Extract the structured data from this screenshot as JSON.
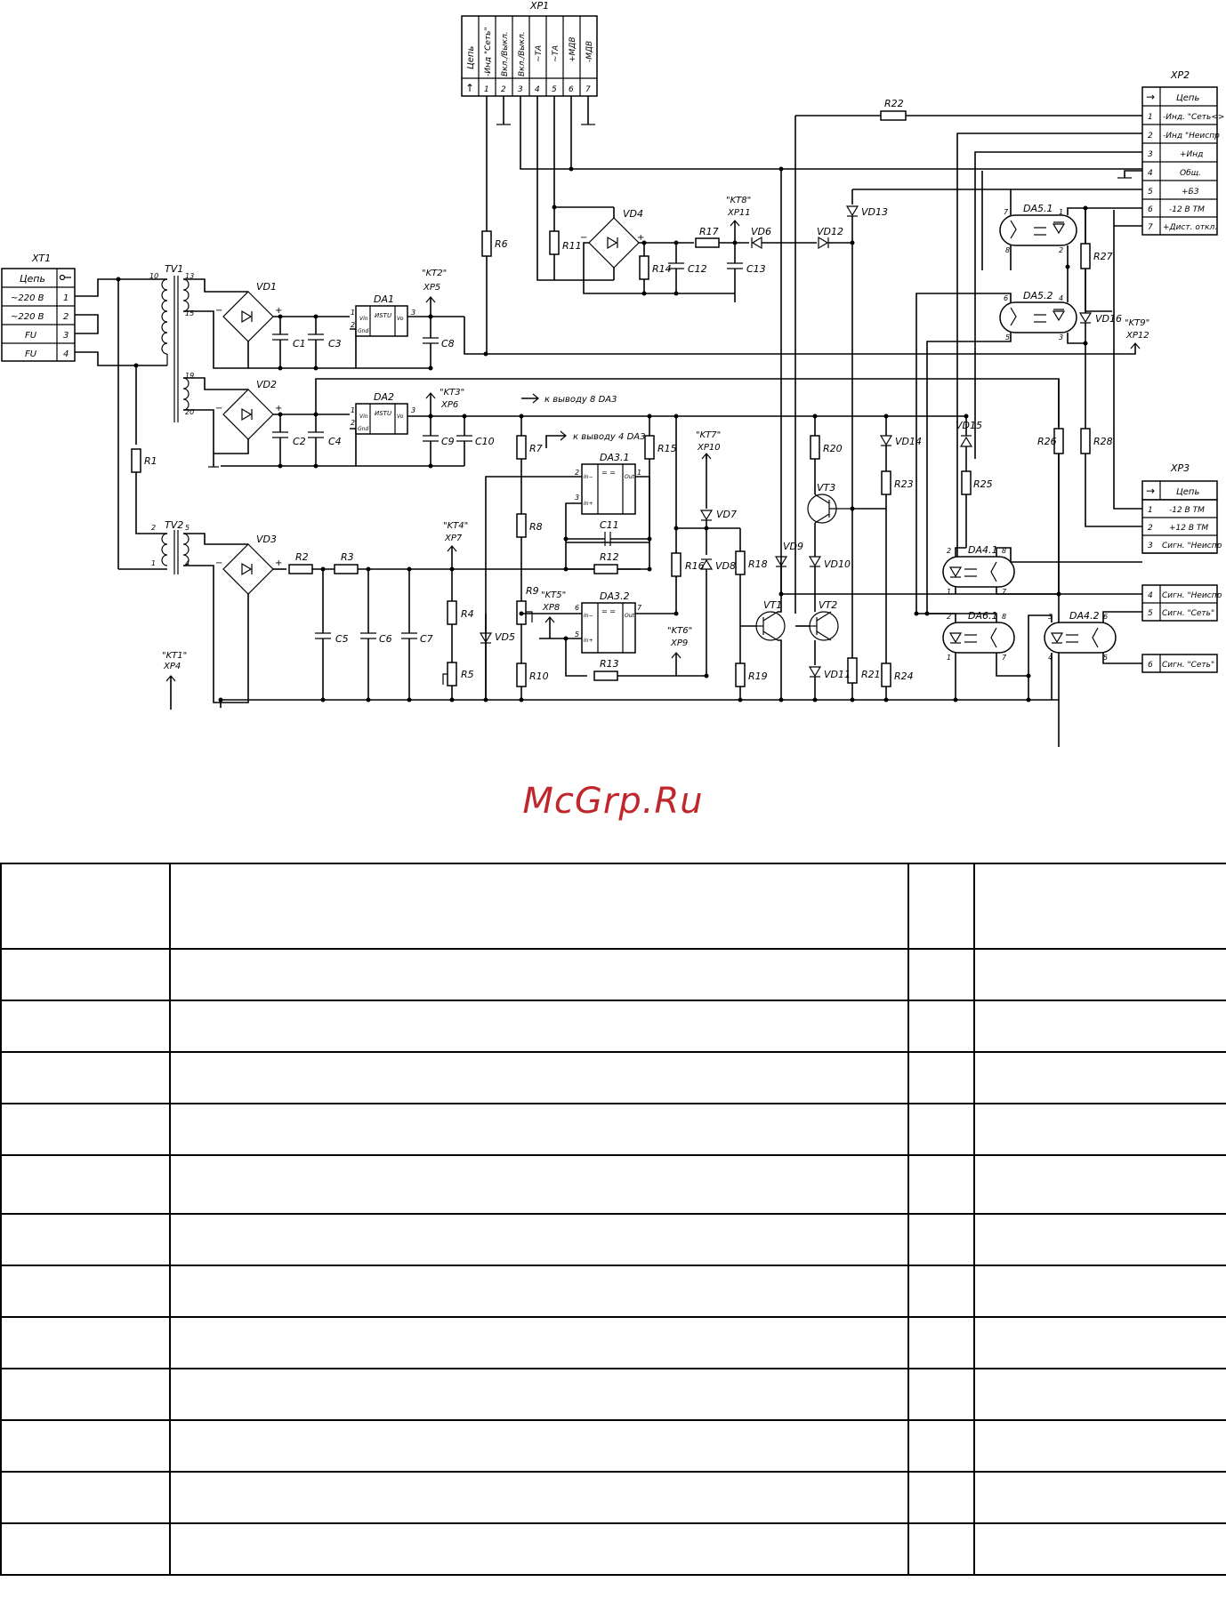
{
  "watermark": {
    "text": "McGrp.Ru",
    "color": "#c0272d"
  },
  "connectors": {
    "xt1": {
      "title": "XT1",
      "header": "Цепь",
      "rows": [
        {
          "label": "~220 В",
          "pin": "1"
        },
        {
          "label": "~220 В",
          "pin": "2"
        },
        {
          "label": "FU",
          "pin": "3"
        },
        {
          "label": "FU",
          "pin": "4"
        }
      ]
    },
    "xp1": {
      "title": "XP1",
      "header": "Цепь",
      "arrow": "↑",
      "cols": [
        {
          "pin": "1",
          "label": "-Инд \"Сеть\""
        },
        {
          "pin": "2",
          "label": "Вкл./Выкл."
        },
        {
          "pin": "3",
          "label": "Вкл./Выкл."
        },
        {
          "pin": "4",
          "label": "~ТА"
        },
        {
          "pin": "5",
          "label": "~ТА"
        },
        {
          "pin": "6",
          "label": "+МДВ"
        },
        {
          "pin": "7",
          "label": "-МДВ"
        }
      ]
    },
    "xp2": {
      "title": "XP2",
      "header": "Цепь",
      "arrow": "→",
      "rows": [
        {
          "pin": "1",
          "label": "-Инд. \"Сеть<>"
        },
        {
          "pin": "2",
          "label": "-Инд \"Неиспр"
        },
        {
          "pin": "3",
          "label": "+Инд"
        },
        {
          "pin": "4",
          "label": "Общ."
        },
        {
          "pin": "5",
          "label": "+БЗ"
        },
        {
          "pin": "6",
          "label": "-12 В ТМ"
        },
        {
          "pin": "7",
          "label": "+Дист. откл."
        }
      ]
    },
    "xp3": {
      "title": "XP3",
      "header": "Цепь",
      "arrow": "→",
      "rows": [
        {
          "pin": "1",
          "label": "-12 В ТМ"
        },
        {
          "pin": "2",
          "label": "+12 В ТМ"
        },
        {
          "pin": "3",
          "label": "Сигн. \"Неиспр"
        },
        {
          "pin": "4",
          "label": "Сигн. \"Неиспр"
        },
        {
          "pin": "5",
          "label": "Сигн. \"Сеть\""
        },
        {
          "pin": "6",
          "label": "Сигн. \"Сеть\""
        }
      ]
    }
  },
  "components": {
    "tv1": "TV1",
    "tv2": "TV2",
    "vd1": "VD1",
    "vd2": "VD2",
    "vd3": "VD3",
    "vd4": "VD4",
    "vd5": "VD5",
    "vd6": "VD6",
    "vd7": "VD7",
    "vd8": "VD8",
    "vd9": "VD9",
    "vd10": "VD10",
    "vd11": "VD11",
    "vd12": "VD12",
    "vd13": "VD13",
    "vd14": "VD14",
    "vd15": "VD15",
    "vd16": "VD16",
    "da1": "DA1",
    "da2": "DA2",
    "da31": "DA3.1",
    "da32": "DA3.2",
    "da41": "DA4.1",
    "da42": "DA4.2",
    "da51": "DA5.1",
    "da52": "DA5.2",
    "da61": "DA6.1",
    "vt1": "VT1",
    "vt2": "VT2",
    "vt3": "VT3",
    "r1": "R1",
    "r2": "R2",
    "r3": "R3",
    "r4": "R4",
    "r5": "R5",
    "r6": "R6",
    "r7": "R7",
    "r8": "R8",
    "r9": "R9",
    "r10": "R10",
    "r11": "R11",
    "r12": "R12",
    "r13": "R13",
    "r14": "R14",
    "r15": "R15",
    "r16": "R16",
    "r17": "R17",
    "r18": "R18",
    "r19": "R19",
    "r20": "R20",
    "r21": "R21",
    "r22": "R22",
    "r23": "R23",
    "r24": "R24",
    "r25": "R25",
    "r26": "R26",
    "r27": "R27",
    "r28": "R28",
    "c1": "C1",
    "c2": "C2",
    "c3": "C3",
    "c4": "C4",
    "c5": "C5",
    "c6": "C6",
    "c7": "C7",
    "c8": "C8",
    "c9": "C9",
    "c10": "C10",
    "c11": "C11",
    "c12": "C12",
    "c13": "C13",
    "reg_code": "ИSTU",
    "pin_in": "Vin",
    "pin_gnd": "Gnd",
    "pin_out": "Vo"
  },
  "test_points": {
    "kt1": "\"KT1\"",
    "xp4": "XP4",
    "kt2": "\"KT2\"",
    "xp5": "XP5",
    "kt3": "\"KT3\"",
    "xp6": "XP6",
    "kt4": "\"KT4\"",
    "xp7": "XP7",
    "kt5": "\"KT5\"",
    "xp8": "XP8",
    "kt6": "\"KT6\"",
    "xp9": "XP9",
    "kt7": "\"KT7\"",
    "xp10": "XP10",
    "kt8": "\"KT8\"",
    "xp11": "XP11",
    "kt9": "\"KT9\"",
    "xp12": "XP12"
  },
  "notes": {
    "to_pin8": "к выводу 8 DA3",
    "to_pin4": "к выводу 4 DA3"
  },
  "table": {
    "rows": 13,
    "cols": 4
  }
}
